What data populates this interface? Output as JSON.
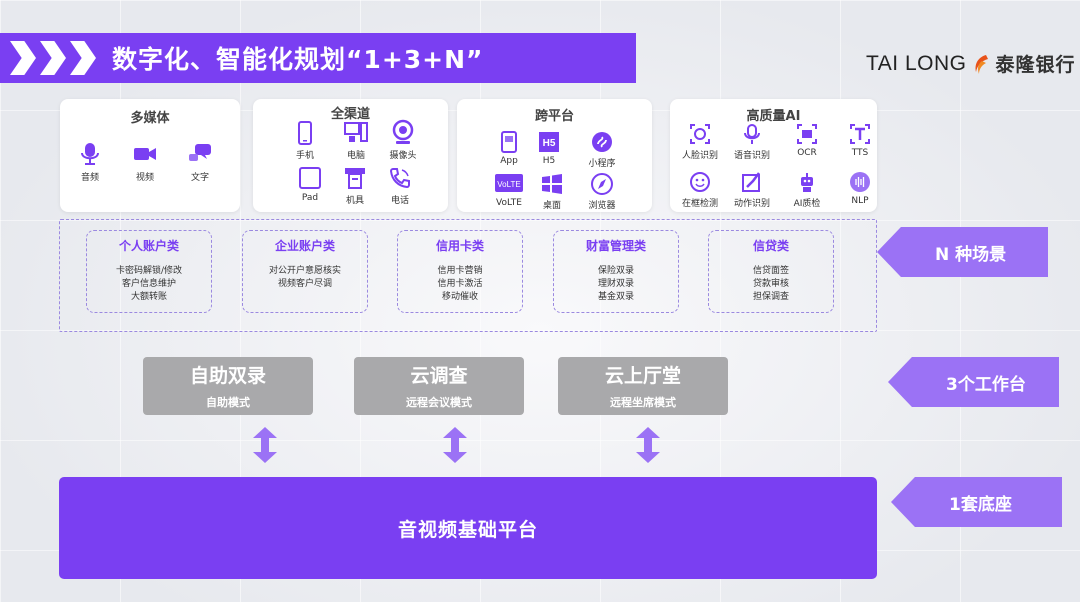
{
  "header": {
    "title": "数字化、智能化规划“1+3+N”",
    "logo_en": "TAI LONG",
    "logo_cn": "泰隆银行"
  },
  "channels": [
    {
      "title": "多媒体",
      "items": [
        {
          "label": "音频",
          "icon": "microphone-icon"
        },
        {
          "label": "视频",
          "icon": "video-camera-icon"
        },
        {
          "label": "文字",
          "icon": "chat-bubble-icon"
        }
      ]
    },
    {
      "title": "全渠道",
      "items": [
        {
          "label": "手机",
          "icon": "mobile-phone-icon"
        },
        {
          "label": "电脑",
          "icon": "computer-icon"
        },
        {
          "label": "摄像头",
          "icon": "webcam-icon"
        },
        {
          "label": "Pad",
          "icon": "tablet-icon"
        },
        {
          "label": "机具",
          "icon": "atm-machine-icon"
        },
        {
          "label": "电话",
          "icon": "telephone-icon"
        }
      ]
    },
    {
      "title": "跨平台",
      "items": [
        {
          "label": "App",
          "icon": "app-icon"
        },
        {
          "label": "H5",
          "icon": "h5-icon"
        },
        {
          "label": "小程序",
          "icon": "mini-program-icon"
        },
        {
          "label": "VoLTE",
          "icon": "volte-icon"
        },
        {
          "label": "桌面",
          "icon": "windows-desktop-icon"
        },
        {
          "label": "浏览器",
          "icon": "browser-compass-icon"
        }
      ]
    },
    {
      "title": "高质量AI",
      "items": [
        {
          "label": "人脸识别",
          "icon": "face-recognition-icon"
        },
        {
          "label": "语音识别",
          "icon": "voice-recognition-icon"
        },
        {
          "label": "OCR",
          "icon": "ocr-icon"
        },
        {
          "label": "TTS",
          "icon": "tts-icon"
        },
        {
          "label": "在框检测",
          "icon": "in-frame-detection-icon"
        },
        {
          "label": "动作识别",
          "icon": "action-recognition-icon"
        },
        {
          "label": "AI质检",
          "icon": "ai-quality-robot-icon"
        },
        {
          "label": "NLP",
          "icon": "nlp-icon"
        }
      ]
    }
  ],
  "scenarios": [
    {
      "title": "个人账户类",
      "lines": [
        "卡密码解锁/修改",
        "客户信息维护",
        "大额转账"
      ]
    },
    {
      "title": "企业账户类",
      "lines": [
        "对公开户意愿核实",
        "视频客户尽调"
      ]
    },
    {
      "title": "信用卡类",
      "lines": [
        "信用卡营销",
        "信用卡激活",
        "移动催收"
      ]
    },
    {
      "title": "财富管理类",
      "lines": [
        "保险双录",
        "理财双录",
        "基金双录"
      ]
    },
    {
      "title": "信贷类",
      "lines": [
        "信贷面签",
        "贷款审核",
        "担保调查"
      ]
    }
  ],
  "workbenches": [
    {
      "title": "自助双录",
      "subtitle": "自助模式"
    },
    {
      "title": "云调查",
      "subtitle": "远程会议模式"
    },
    {
      "title": "云上厅堂",
      "subtitle": "远程坐席模式"
    }
  ],
  "platform": {
    "label": "音视频基础平台"
  },
  "side_tags": {
    "n": "N 种场景",
    "three": "3个工作台",
    "one": "1套底座"
  },
  "colors": {
    "accent": "#7a3ff2",
    "tag": "#9b72f5",
    "bench": "#a9a9ab"
  }
}
